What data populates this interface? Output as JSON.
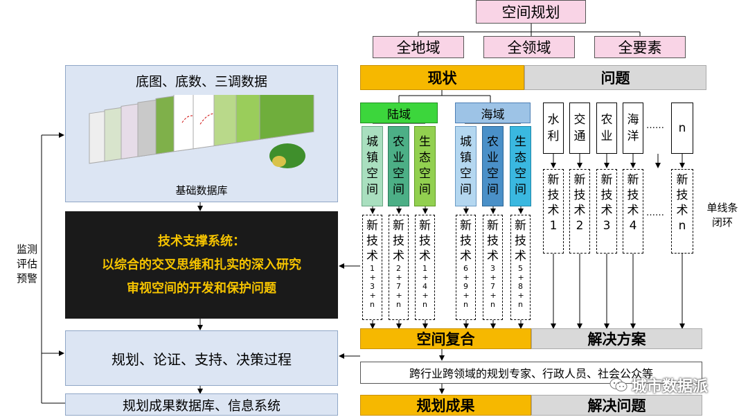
{
  "top": {
    "title": "空间规划",
    "items": [
      "全地域",
      "全领域",
      "全要素"
    ]
  },
  "status": {
    "left": "现状",
    "right": "问题"
  },
  "land": {
    "header": "陆域",
    "spaces": [
      "城镇空间",
      "农业空间",
      "生态空间"
    ],
    "tech": [
      "1+3+n",
      "2+7+n",
      "1+4+n"
    ]
  },
  "sea": {
    "header": "海域",
    "spaces": [
      "城镇空间",
      "农业空间",
      "生态空间"
    ],
    "tech": [
      "6+9+n",
      "3+7+n",
      "5+8+n"
    ]
  },
  "industries": {
    "items": [
      "水利",
      "交通",
      "农业",
      "海洋",
      "n"
    ],
    "tech": [
      "1",
      "2",
      "3",
      "4",
      "n"
    ],
    "ellipsis": "……",
    "ellipsis2": "……"
  },
  "tech_word": "新技术",
  "loop_label": "单线条闭环",
  "composite": {
    "left": "空间复合",
    "right": "解决方案"
  },
  "experts": "跨行业跨领域的规划专家、行政人员、社会公众等",
  "result": {
    "left": "规划成果",
    "right": "解决问题"
  },
  "watermark": "城市数据派",
  "left": {
    "db_title": "底图、底数、三调数据",
    "db_caption": "基础数据库",
    "support_title": "技术支撑系统：",
    "support_line1": "以综合的交叉思维和扎实的深入研究",
    "support_line2": "审视空间的开发和保护问题",
    "process": "规划、论证、支持、决策过程",
    "outcome_db": "规划成果数据库、信息系统",
    "monitor": "监测评估预警"
  },
  "colors": {
    "land_header": "#3cd63c",
    "sea_header": "#9dc3e6",
    "land_spaces": [
      "#a9dfbf",
      "#4caf86",
      "#92d050"
    ],
    "sea_spaces": [
      "#b4d7f0",
      "#4a90c8",
      "#3ab8e0"
    ],
    "orange": "#f6b800",
    "gray": "#d9d9d9",
    "pink": "#f9d4e6",
    "panel": "#dce5f3"
  }
}
